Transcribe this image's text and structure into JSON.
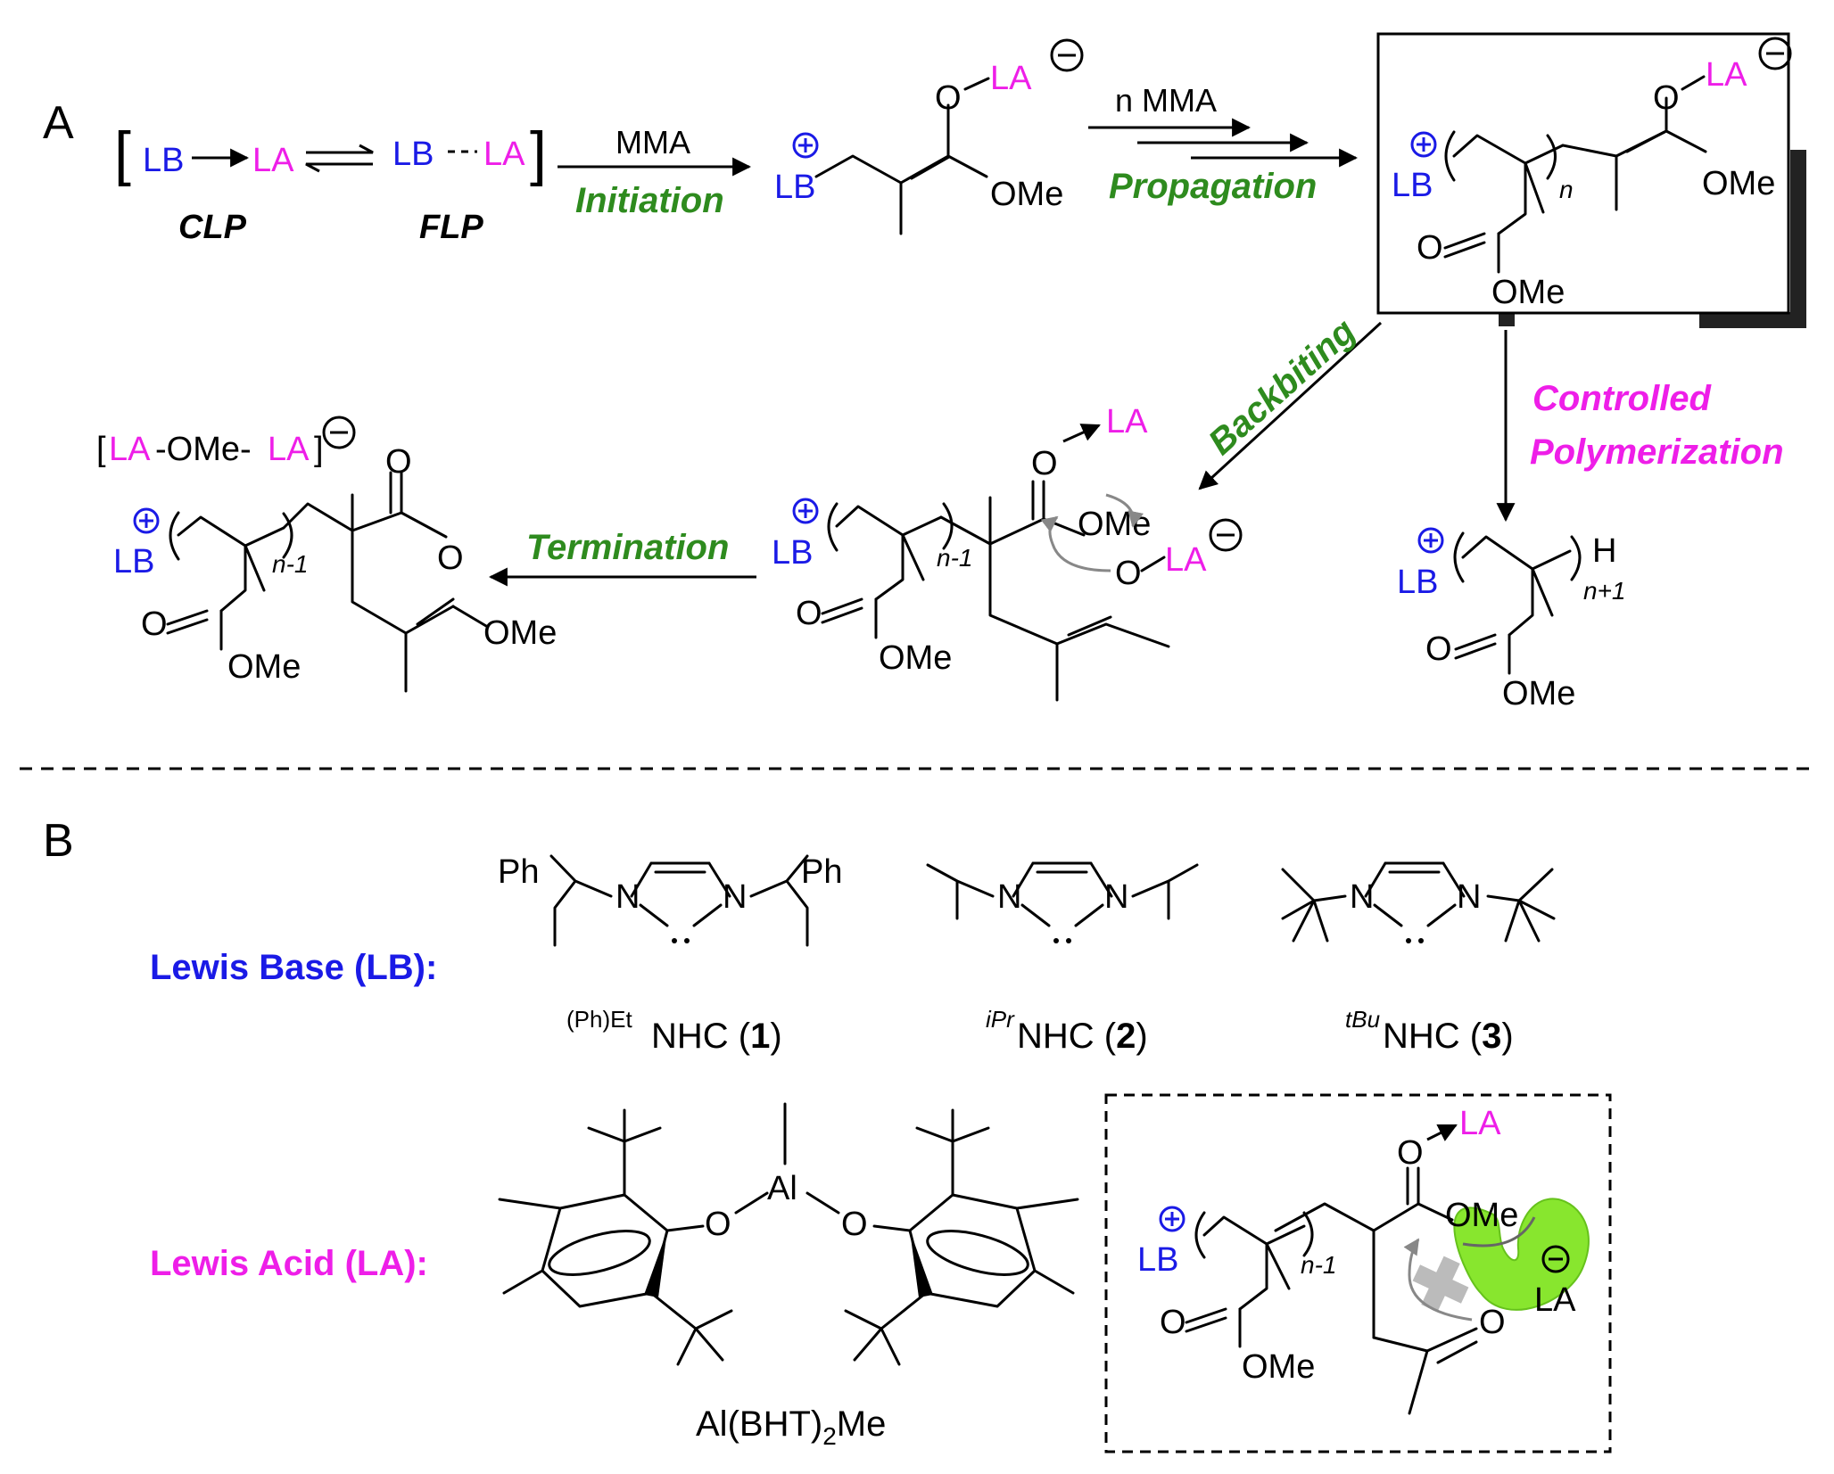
{
  "panel_a": {
    "label": "A",
    "equilibrium": {
      "lb": "LB",
      "la": "LA",
      "clp": "CLP",
      "flp": "FLP"
    },
    "steps": {
      "initiation": {
        "reagent": "MMA",
        "name": "Initiation"
      },
      "propagation": {
        "reagent": "n MMA",
        "name": "Propagation"
      },
      "backbiting": "Backbiting",
      "controlled": [
        "Controlled",
        "Polymerization"
      ],
      "termination": "Termination"
    },
    "atoms": {
      "lb": "LB",
      "la": "LA",
      "o": "O",
      "ome": "OMe",
      "h": "H"
    },
    "subscripts": {
      "n": "n",
      "n_minus_1": "n-1",
      "n_plus_1": "n+1"
    },
    "anion_group": {
      "open": "[",
      "la1": "LA",
      "mid": "-OMe-",
      "la2": "LA",
      "close": "]"
    }
  },
  "panel_b": {
    "label": "B",
    "lewis_base_label": "Lewis Base (LB):",
    "lewis_acid_label": "Lewis Acid (LA):",
    "nhc": [
      {
        "prefix": "(Ph)Et",
        "name": "NHC (",
        "number": "1",
        "close": ")"
      },
      {
        "prefix": "iPr",
        "name": "NHC (",
        "number": "2",
        "close": ")"
      },
      {
        "prefix": "tBu",
        "name": "NHC (",
        "number": "3",
        "close": ")"
      }
    ],
    "atoms": {
      "ph": "Ph",
      "n": "N",
      "al": "Al",
      "o": "O"
    },
    "al_name": {
      "main": "Al(BHT)",
      "sub": "2",
      "end": "Me"
    }
  },
  "colors": {
    "lewis_base": "#1a1ae6",
    "lewis_acid": "#ee1ee8",
    "step_label": "#2e8b1e",
    "shield": "#88e62e"
  }
}
